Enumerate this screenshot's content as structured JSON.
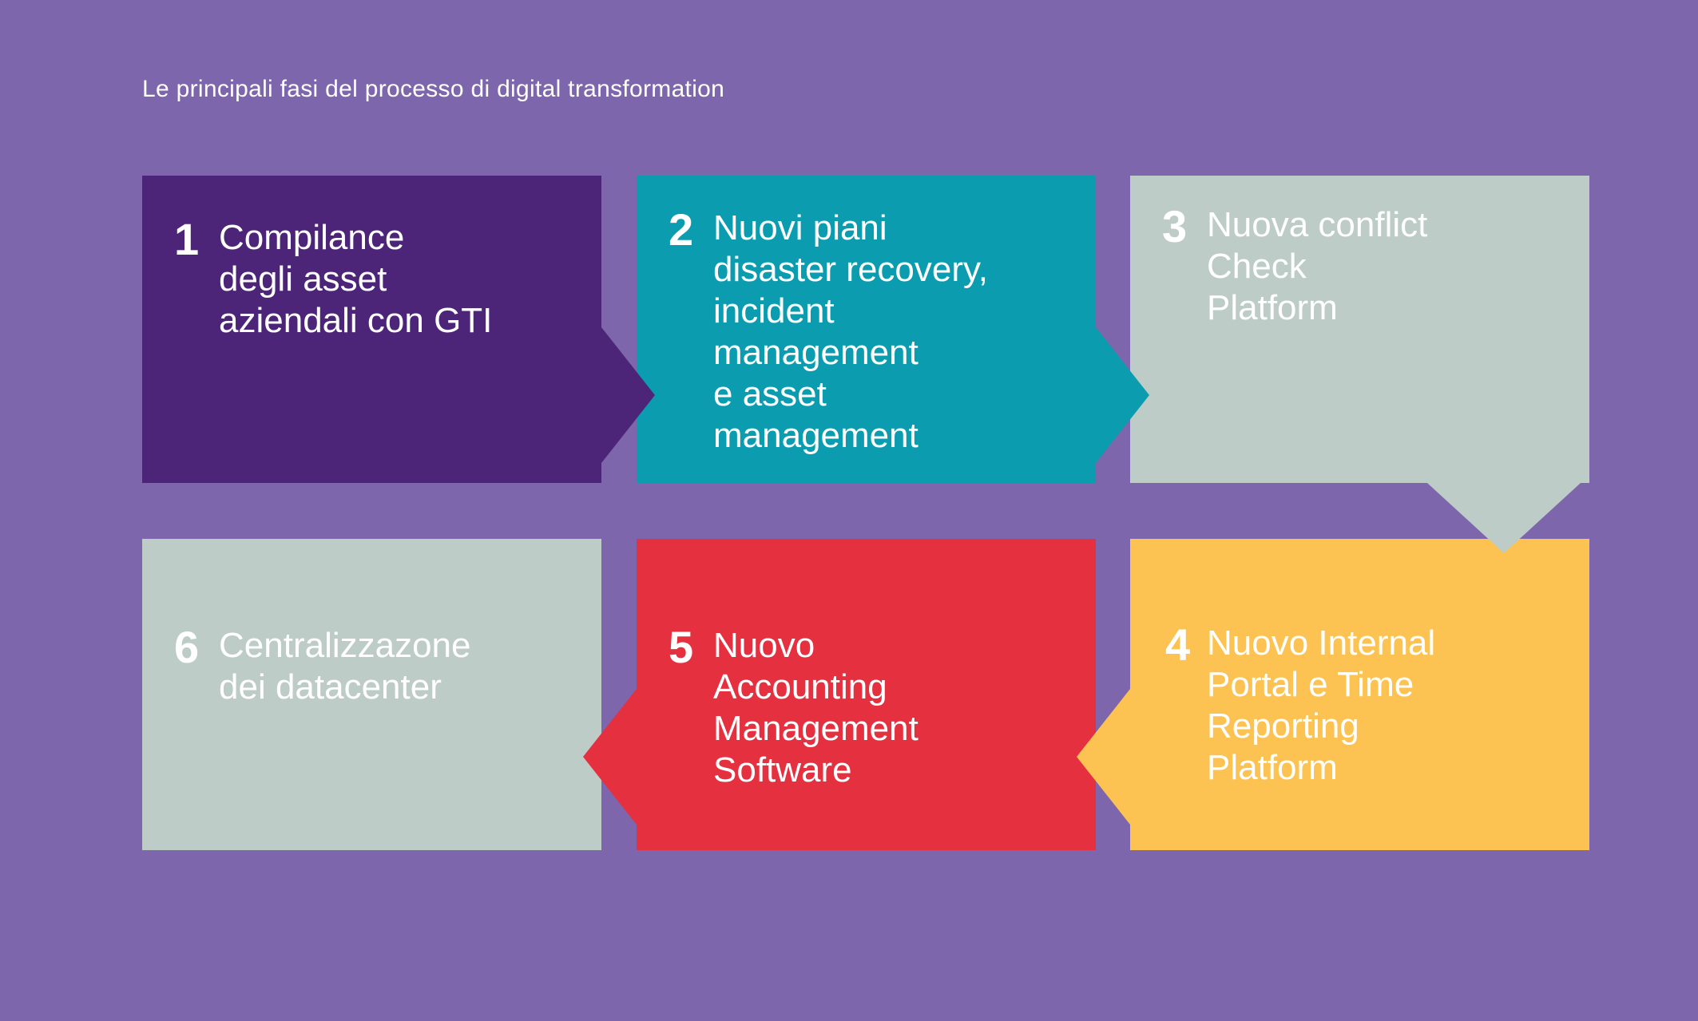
{
  "page": {
    "title": "Le principali fasi del processo di digital transformation",
    "background_color": "#7E66AC"
  },
  "colors": {
    "background": "#7E66AC",
    "step1": "#4D2578",
    "step2": "#0B9CAF",
    "step3": "#BECCC7",
    "step4": "#FCC352",
    "step5": "#E5303F",
    "step6": "#BECCC7",
    "text": "#FFFFFF"
  },
  "chart_data": {
    "type": "diagram",
    "subtype": "numbered-chevron-process-flow",
    "title": "Le principali fasi del processo di digital transformation",
    "flow_direction": "serpentine: row 1 left-to-right, then down, then row 2 right-to-left",
    "steps": [
      {
        "number": "1",
        "label": "Compilance\ndegli asset\naziendali con GTI",
        "color": "#4D2578",
        "arrow": "right"
      },
      {
        "number": "2",
        "label": "Nuovi piani\ndisaster recovery,\nincident\nmanagement\ne asset\nmanagement",
        "color": "#0B9CAF",
        "arrow": "right"
      },
      {
        "number": "3",
        "label": "Nuova conflict\nCheck\nPlatform",
        "color": "#BECCC7",
        "arrow": "down"
      },
      {
        "number": "4",
        "label": "Nuovo Internal\nPortal e Time\nReporting\nPlatform",
        "color": "#FCC352",
        "arrow": "left"
      },
      {
        "number": "5",
        "label": "Nuovo\nAccounting\nManagement\nSoftware",
        "color": "#E5303F",
        "arrow": "left"
      },
      {
        "number": "6",
        "label": "Centralizzazone\ndei datacenter",
        "color": "#BECCC7",
        "arrow": "none"
      }
    ]
  }
}
